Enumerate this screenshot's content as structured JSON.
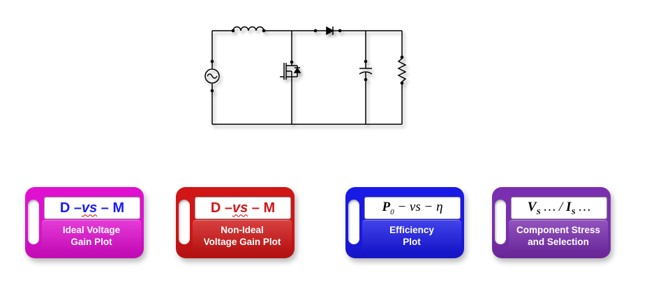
{
  "cards": [
    {
      "formula": {
        "left": "D –",
        "vs": "vs",
        "right": " – M"
      },
      "label": "Ideal Voltage\nGain Plot",
      "color": "#e010d0",
      "formula_color": "#1a1aff"
    },
    {
      "formula": {
        "left": "D –",
        "vs": "vs",
        "right": " – M"
      },
      "label": "Non-Ideal\nVoltage Gain Plot",
      "color": "#d01616",
      "formula_color": "#d01616"
    },
    {
      "formula": {
        "base": "P",
        "sub": "0",
        "rest": " − vs − η"
      },
      "label": "Efficiency\nPlot",
      "color": "#1a1ae6",
      "formula_color": "#000000"
    },
    {
      "formula": {
        "v": "V",
        "v_sub": "S",
        "mid": " … / ",
        "i": "I",
        "i_sub": "S",
        "end": " …"
      },
      "label": "Component Stress\nand Selection",
      "color": "#7a2fb0",
      "formula_color": "#000000"
    }
  ],
  "circuit": {
    "components": [
      "voltage-source",
      "inductor",
      "mosfet",
      "diode",
      "capacitor",
      "resistor"
    ],
    "wire_color": "#000000"
  }
}
